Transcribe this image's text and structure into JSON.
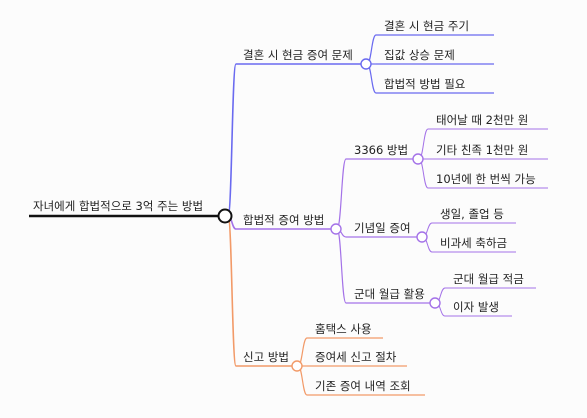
{
  "mindmap": {
    "root": {
      "label": "자녀에게 합법적으로 3억 주는 방법"
    },
    "branches": [
      {
        "label": "결혼 시 현금 증여 문제",
        "color": "#6a6af0",
        "children": [
          {
            "label": "결혼 시 현금 주기"
          },
          {
            "label": "집값 상승 문제"
          },
          {
            "label": "합법적 방법 필요"
          }
        ]
      },
      {
        "label": "합법적 증여 방법",
        "color": "#a472e8",
        "children": [
          {
            "label": "3366 방법",
            "children": [
              {
                "label": "태어날 때 2천만 원"
              },
              {
                "label": "기타 친족 1천만 원"
              },
              {
                "label": "10년에 한 번씩 가능"
              }
            ]
          },
          {
            "label": "기념일 증여",
            "children": [
              {
                "label": "생일, 졸업 등"
              },
              {
                "label": "비과세 축하금"
              }
            ]
          },
          {
            "label": "군대 월급 활용",
            "children": [
              {
                "label": "군대 월급 적금"
              },
              {
                "label": "이자 발생"
              }
            ]
          }
        ]
      },
      {
        "label": "신고 방법",
        "color": "#f29a68",
        "children": [
          {
            "label": "홈택스 사용"
          },
          {
            "label": "증여세 신고 절차"
          },
          {
            "label": "기존 증여 내역 조회"
          }
        ]
      }
    ]
  }
}
